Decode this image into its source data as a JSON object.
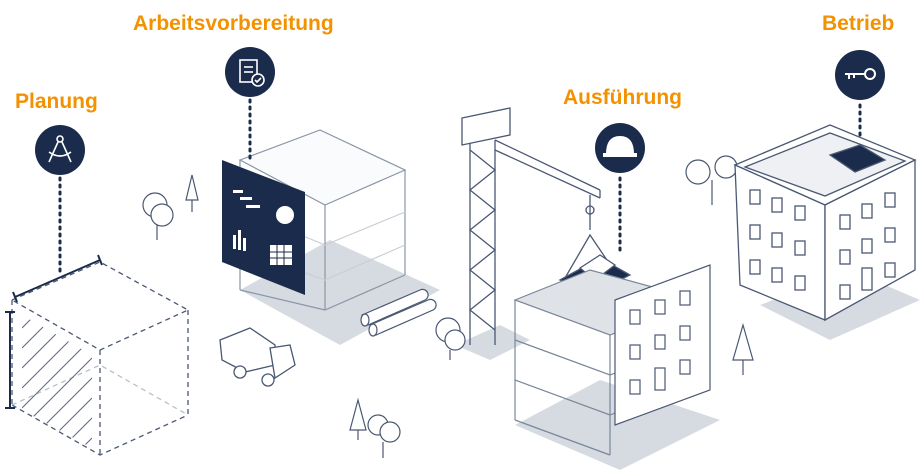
{
  "colors": {
    "accent": "#f39200",
    "navy": "#1b2b4b",
    "line": "#7a8699",
    "shadow": "#d3d8df"
  },
  "phases": [
    {
      "label": "Planung",
      "icon": "compass-icon"
    },
    {
      "label": "Arbeitsvorbereitung",
      "icon": "clipboard-check-icon"
    },
    {
      "label": "Ausführung",
      "icon": "hard-hat-icon"
    },
    {
      "label": "Betrieb",
      "icon": "key-icon"
    }
  ]
}
